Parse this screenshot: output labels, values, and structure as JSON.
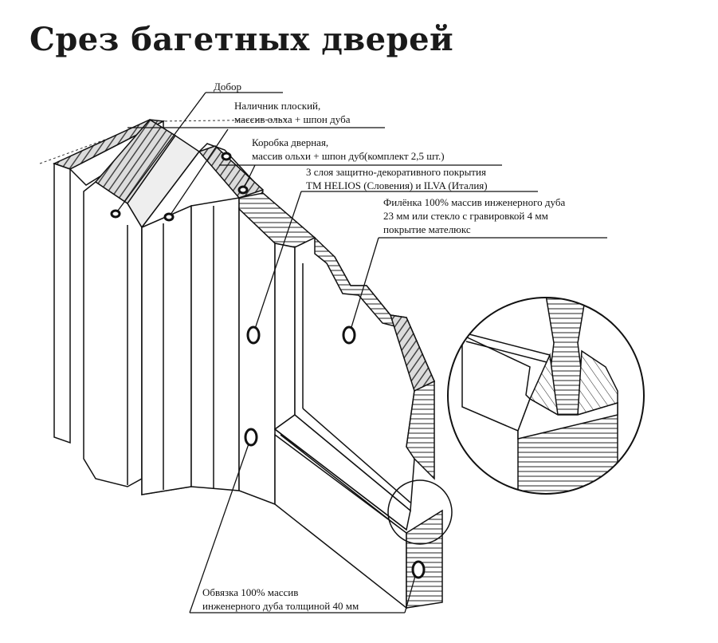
{
  "title": "Срез багетных дверей",
  "labels": {
    "dobor": "Добор",
    "nalichnik": [
      "Наличник плоский,",
      "массив ольха + шпон дуба"
    ],
    "korobka": [
      "Коробка дверная,",
      "массив ольхи + шпон дуб(комплект 2,5 шт.)"
    ],
    "pokrytie": [
      "3 слоя защитно-декоративного покрытия",
      "TM HELIOS (Словения)  и  ILVA (Италия)"
    ],
    "filenka": [
      "Филёнка 100% массив инженерного дуба",
      "23 мм или стекло с гравировкой 4 мм",
      "покрытие мателюкс"
    ],
    "obvyazka": [
      "Обвязка 100% массив",
      "инженерного дуба толщиной 40 мм"
    ]
  },
  "colors": {
    "ink": "#111111",
    "hatch_dark": "#555555",
    "hatch_light": "#9a9a9a"
  }
}
